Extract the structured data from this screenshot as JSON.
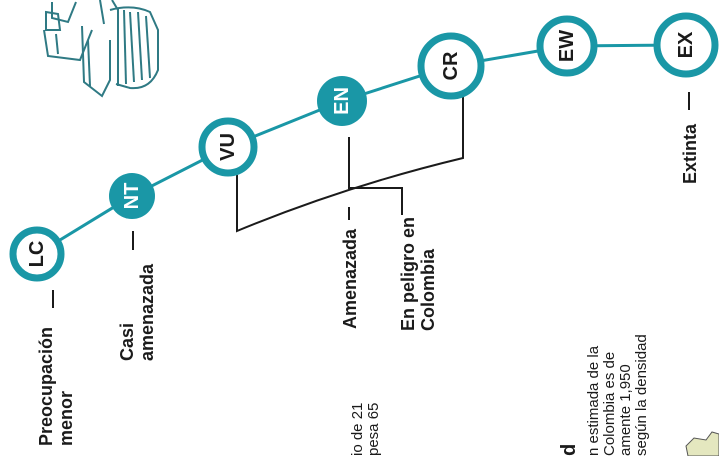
{
  "colors": {
    "teal": "#1a97a6",
    "dark": "#1b1b1b",
    "sketch": "#2f7a84",
    "map_fill": "#e4e7bf"
  },
  "categories": [
    {
      "code": "LC",
      "label_lines": [
        "Preocupación",
        "menor"
      ],
      "filled": false
    },
    {
      "code": "NT",
      "label_lines": [
        "Casi",
        "amenazada"
      ],
      "filled": true
    },
    {
      "code": "VU",
      "label_lines": [],
      "filled": false
    },
    {
      "code": "EN",
      "label_lines": [
        "Amenazada"
      ],
      "filled": true
    },
    {
      "code": "CR",
      "label_lines": [],
      "filled": false
    },
    {
      "code": "EW",
      "label_lines": [],
      "filled": false
    },
    {
      "code": "EX",
      "label_lines": [
        "Extinta"
      ],
      "filled": false
    }
  ],
  "colombia_label": [
    "En peligro en",
    "Colombia"
  ],
  "fragment_left": [
    "io de 21",
    "pesa 65"
  ],
  "fragment_right": [
    "n estimada de la",
    "Colombia es de",
    "amente 1,950",
    "según la densidad"
  ],
  "fragment_bold": "d",
  "icons": {
    "illustration": "animal-sketch-icon",
    "map": "map-fragment-icon"
  }
}
